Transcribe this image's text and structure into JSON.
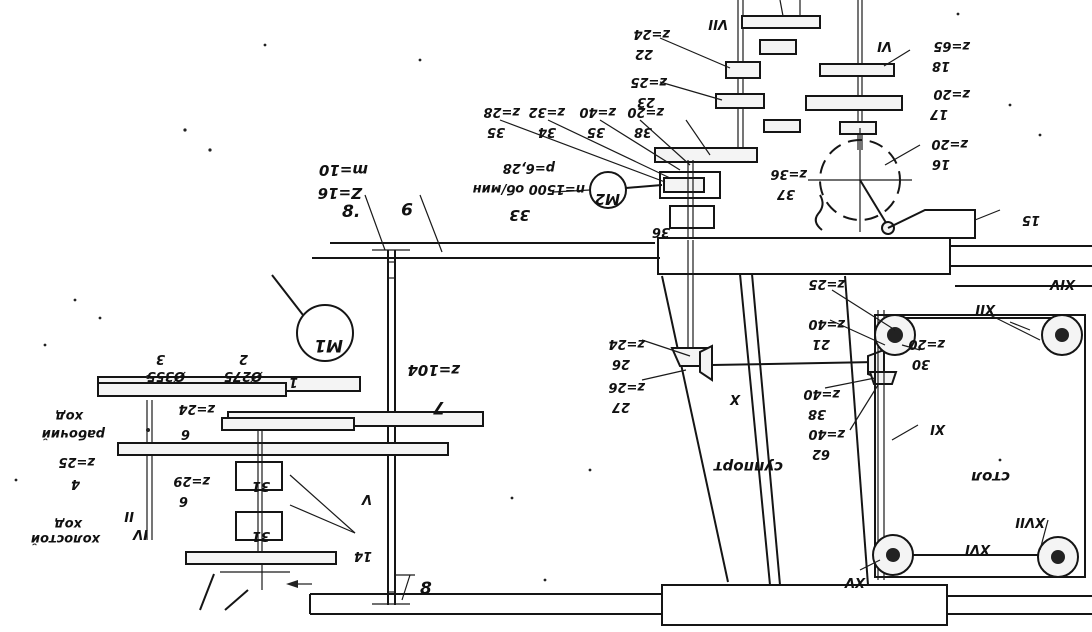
{
  "labels": {
    "z16": "Z=16",
    "m10": "m=10",
    "n8": "8.",
    "n9": "9",
    "n8b": "8",
    "p6": "p=6,28",
    "rpm": "n=1500 об/мин",
    "n33": "33",
    "m2": "M2",
    "m1": "M1",
    "z104": "z=104",
    "n7": "7",
    "z28a": "z=28",
    "n35a": "35",
    "z32": "z=32",
    "n34": "34",
    "z40a": "z=40",
    "n35b": "35",
    "z20a": "z=20",
    "n38a": "38",
    "n36": "36",
    "z36": "z=36",
    "n37": "37",
    "z24": "z=24",
    "n22": "22",
    "z25a": "z=25",
    "n23": "23",
    "vii": "VII",
    "vi": "VI",
    "z65": "z=65",
    "n18": "18",
    "z20b": "z=20",
    "n17": "17",
    "z20c": "z=20",
    "n16": "16",
    "n15": "15",
    "d355": "Ø355",
    "n3": "3",
    "d275": "Ø275",
    "n2": "2",
    "n1": "1",
    "z24b": "z=24",
    "n6a": "6",
    "z29": "z=29",
    "n6b": "6",
    "z25b": "z=25",
    "n4": "4",
    "xod": "ход",
    "rabochiy": "рабочий",
    "xolostoy": "холостой",
    "xod2": "ход",
    "ii": "II",
    "iv": "IV",
    "ts31a": "31",
    "ts31b": "31",
    "v": "V",
    "n14": "14",
    "z24c": "z=24",
    "n26": "26",
    "z26": "z=26",
    "n27": "27",
    "x": "X",
    "z40b": "z=40",
    "n38b": "38",
    "suppport": "суппорт",
    "z25c": "z=25",
    "n21": "21",
    "z40c": "z=40",
    "z20d": "z=20",
    "n30": "30",
    "xii": "XII",
    "xiv": "XIV",
    "xi": "XI",
    "z40d": "z=40",
    "n62": "62",
    "stol": "стол",
    "xv": "XV",
    "xvi": "XVI",
    "xvii": "XVII"
  }
}
